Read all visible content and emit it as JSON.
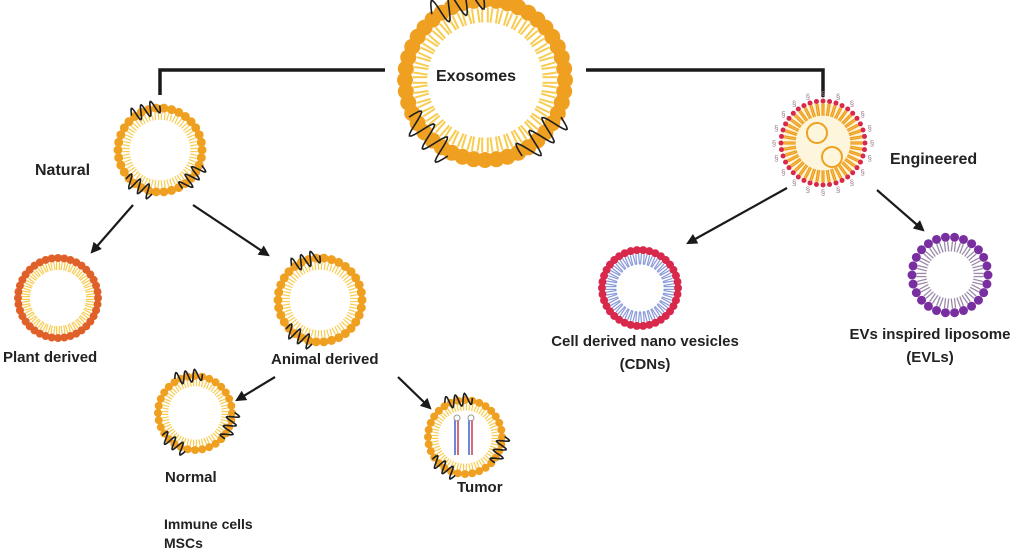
{
  "title": "Exosomes",
  "colors": {
    "lipid_head_orange": "#f0a020",
    "lipid_tail_yellow": "#f8cc50",
    "plant_head": "#e0602a",
    "cdn_head": "#d8284c",
    "cdn_tail": "#8898d8",
    "evl_head": "#7a2fa0",
    "evl_tail": "#9a8aa8",
    "protein": "#1e1e1e",
    "connector": "#1a1a1a",
    "text": "#222222"
  },
  "nodes": {
    "root": {
      "label": "Exosomes"
    },
    "natural": {
      "label": "Natural"
    },
    "engineered": {
      "label": "Engineered"
    },
    "plant": {
      "label": "Plant derived"
    },
    "animal": {
      "label": "Animal derived"
    },
    "normal": {
      "label": "Normal",
      "examples": [
        "Immune cells",
        "MSCs"
      ]
    },
    "tumor": {
      "label": "Tumor"
    },
    "cdn": {
      "label_line1": "Cell derived nano vesicles",
      "label_line2": "(CDNs)"
    },
    "evl": {
      "label_line1": "EVs inspired liposome",
      "label_line2": "(EVLs)"
    }
  }
}
